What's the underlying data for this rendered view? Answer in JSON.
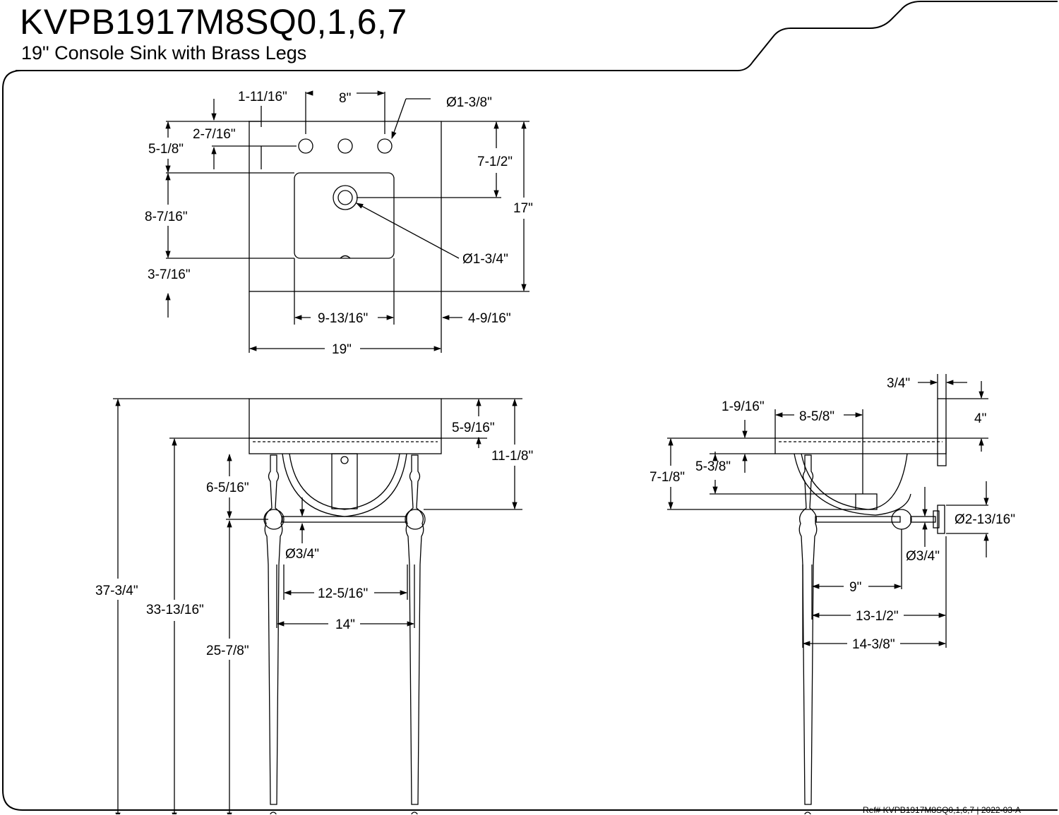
{
  "header": {
    "title": "KVPB1917M8SQ0,1,6,7",
    "subtitle": "19\" Console Sink with Brass Legs"
  },
  "top_view": {
    "dims": {
      "hole_offset_x": "1-11/16\"",
      "hole_spacing": "8\"",
      "faucet_hole_dia": "Ø1-3/8\"",
      "hole_offset_y": "2-7/16\"",
      "back_to_bowl": "5-1/8\"",
      "back_to_drain": "7-1/2\"",
      "bowl_depth": "8-7/16\"",
      "overall_depth": "17\"",
      "drain_dia": "Ø1-3/4\"",
      "front_edge": "3-7/16\"",
      "bowl_width": "9-13/16\"",
      "side_edge": "4-9/16\"",
      "overall_width": "19\""
    }
  },
  "front_view": {
    "dims": {
      "overall_height": "37-3/4\"",
      "rim_height": "33-13/16\"",
      "bar_height": "25-7/8\"",
      "basin_height": "5-9/16\"",
      "top_to_bar": "11-1/8\"",
      "drain_to_bar": "6-5/16\"",
      "bar_dia": "Ø3/4\"",
      "leg_inner": "12-5/16\"",
      "leg_center": "14\""
    }
  },
  "side_view": {
    "dims": {
      "bracket_thickness": "3/4\"",
      "bracket_height": "4\"",
      "top_offset": "1-9/16\"",
      "bowl_depth": "8-5/8\"",
      "drain_depth": "5-3/8\"",
      "overall_basin": "7-1/8\"",
      "flange_dia": "Ø2-13/16\"",
      "bar_dia": "Ø3/4\"",
      "leg_to_bar": "9\"",
      "leg_to_wall": "13-1/2\"",
      "overall_depth": "14-3/8\""
    }
  },
  "footer": {
    "ref": "Ref# KVPB1917M8SQ0,1,6,7 | 2022-03-A"
  }
}
